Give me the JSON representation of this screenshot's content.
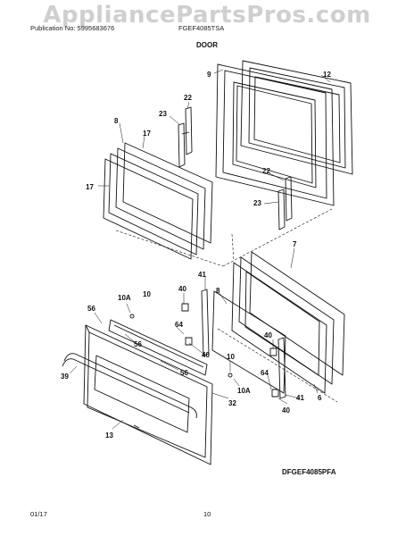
{
  "watermark": "AppliancePartsPros.com",
  "header": {
    "publication": "Publication No: 5995683676",
    "model": "FGEF4085TSA",
    "section_title": "DOOR"
  },
  "callouts": {
    "c9": "9",
    "c12": "12",
    "c22a": "22",
    "c23a": "23",
    "c8a": "8",
    "c17a": "17",
    "c17b": "17",
    "c22b": "22",
    "c23b": "23",
    "c7": "7",
    "c41a": "41",
    "c8b": "8",
    "c40a": "40",
    "c10Aa": "10A",
    "c10a": "10",
    "c56a": "56",
    "c56b": "56",
    "c64a": "64",
    "c40b": "40",
    "c56c": "56",
    "c39": "39",
    "c10b": "10",
    "c10Ab": "10A",
    "c32": "32",
    "c40c": "40",
    "c64b": "64",
    "c6": "6",
    "c41b": "41",
    "c40d": "40",
    "c13": "13"
  },
  "drawing_id": "DFGEF4085PFA",
  "footer": {
    "date": "01/17",
    "page": "10"
  }
}
